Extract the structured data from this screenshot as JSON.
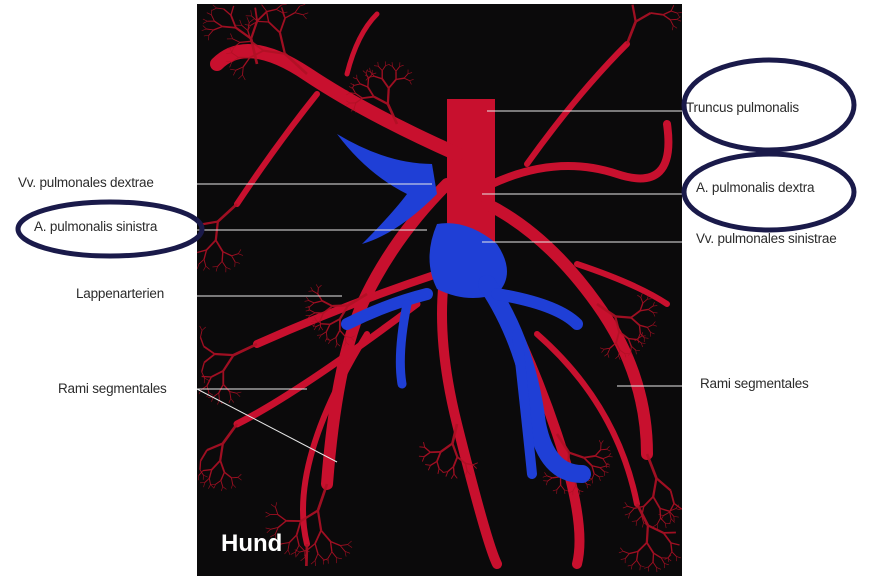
{
  "labels": {
    "truncus": "Truncus pulmonalis",
    "vv_dextrae": "Vv. pulmonales dextrae",
    "a_dextra": "A. pulmonalis dextra",
    "a_sinistra": "A. pulmonalis sinistra",
    "vv_sinistrae": "Vv. pulmonales sinistrae",
    "lappenarterien": "Lappenarterien",
    "rami_left": "Rami segmentales",
    "rami_right": "Rami segmentales"
  },
  "caption": "Hund",
  "colors": {
    "artery": "#c8102e",
    "vein": "#1f3fd6",
    "background": "#0b0a0b",
    "highlight_ring": "#1a1a4a",
    "leader_line": "#e8e8e8"
  },
  "highlighted_labels": [
    "Truncus pulmonalis",
    "A. pulmonalis dextra",
    "A. pulmonalis sinistra"
  ]
}
